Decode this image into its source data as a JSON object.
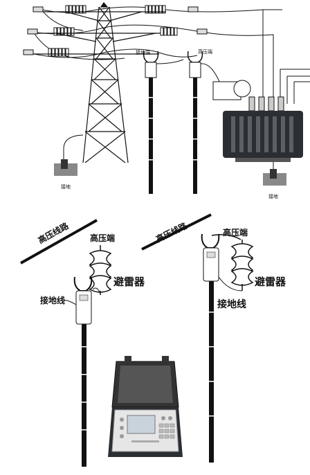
{
  "top": {
    "labels": {
      "ground_left": "接地",
      "ground_right": "接地",
      "clamp_ground": "接地端",
      "clamp_hv": "高压端"
    }
  },
  "bottom_left": {
    "line": "高压线路",
    "hv_end": "高压端",
    "arrester": "避雷器",
    "ground_wire": "接地线"
  },
  "bottom_right": {
    "line": "高压线路",
    "hv_end": "高压端",
    "arrester": "避雷器",
    "ground_wire": "接地线"
  },
  "colors": {
    "ink": "#111111",
    "transformer": "#2b2f33",
    "case_body": "#e6e6e6",
    "screen": "#c9d3dc"
  }
}
